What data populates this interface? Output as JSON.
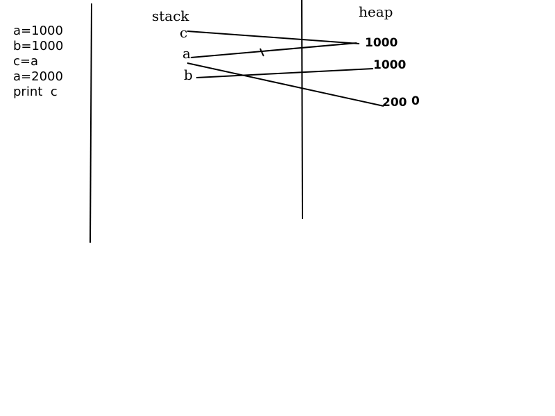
{
  "code": {
    "lines": [
      "a=1000",
      "b=1000",
      "c=a",
      "a=2000",
      "print  c"
    ]
  },
  "stack": {
    "title": "stack",
    "vars": [
      "c",
      "a",
      "b"
    ]
  },
  "heap": {
    "title": "heap",
    "values": [
      "1000",
      "1000",
      "200",
      "0"
    ]
  },
  "colors": {
    "ink": "#000000",
    "background": "#ffffff"
  }
}
